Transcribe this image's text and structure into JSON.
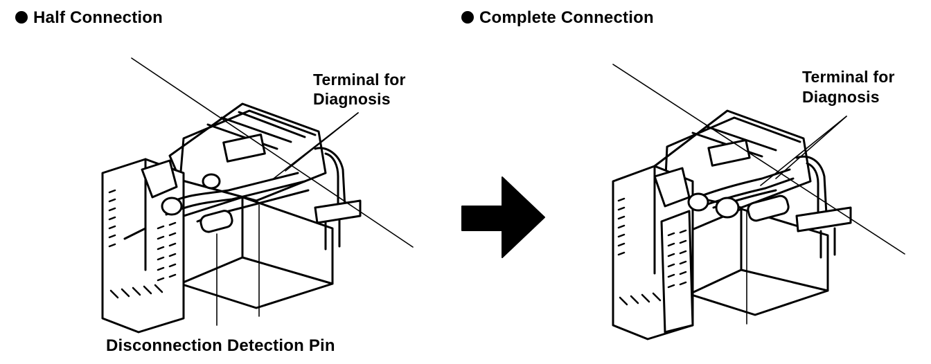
{
  "left_panel": {
    "heading": "Half Connection",
    "label_terminal_line1": "Terminal for",
    "label_terminal_line2": "Diagnosis",
    "label_pin": "Disconnection Detection Pin"
  },
  "right_panel": {
    "heading": "Complete Connection",
    "label_terminal_line1": "Terminal for",
    "label_terminal_line2": "Diagnosis"
  }
}
